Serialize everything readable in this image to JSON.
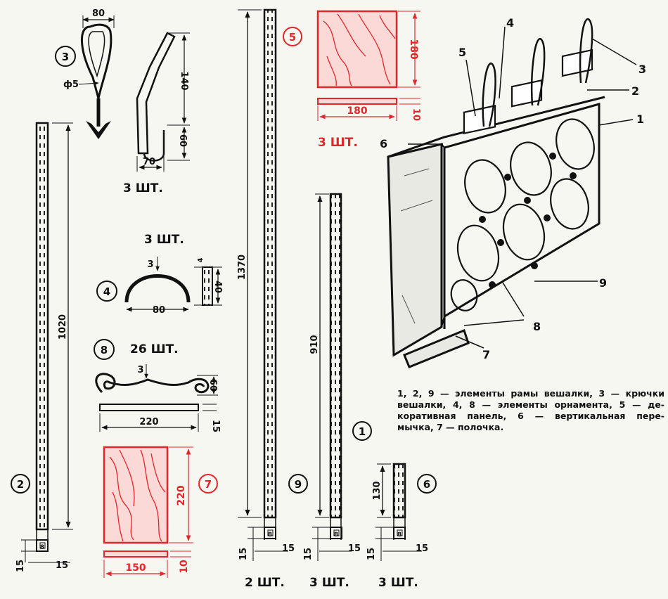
{
  "parts": {
    "p1": {
      "label": "1",
      "length": "910",
      "section_a": "15",
      "section_b": "15",
      "thickness": "8",
      "qty": "3 ШТ."
    },
    "p2": {
      "label": "2",
      "length": "1020",
      "section_a": "15",
      "section_b": "15",
      "thickness": "8"
    },
    "p3": {
      "label": "3",
      "width": "80",
      "wire": "ф5",
      "height": "140",
      "bottom": "60",
      "base": "70",
      "qty": "3 ШТ."
    },
    "p4": {
      "label": "4",
      "span": "80",
      "thick": "3",
      "height": "40",
      "small": "4",
      "qty": "3 ШТ."
    },
    "p5": {
      "label": "5",
      "height": "180",
      "width": "180",
      "thick": "10",
      "qty": "3 ШТ."
    },
    "p6": {
      "label": "6",
      "length": "130",
      "section_a": "15",
      "section_b": "15",
      "thickness": "8",
      "qty": "3 ШТ."
    },
    "p7": {
      "label": "7",
      "height": "220",
      "width": "150",
      "thick": "10"
    },
    "p8": {
      "label": "8",
      "length": "220",
      "height": "60",
      "thick": "3",
      "strip": "15",
      "qty": "26 ШТ."
    },
    "p9": {
      "label": "9",
      "length": "1370",
      "section_a": "15",
      "section_b": "15",
      "thickness": "8",
      "qty": "2 ШТ."
    }
  },
  "assembly_callouts": [
    "1",
    "2",
    "3",
    "4",
    "5",
    "6",
    "7",
    "8",
    "9"
  ],
  "caption": [
    "1, 2, 9 — элементы рамы вешалки, 3 — крючки",
    "вешалки, 4, 8 — элементы орнамента, 5 — де-",
    "коративная панель, 6 — вертикальная пере-",
    "мычка, 7 — полочка."
  ]
}
